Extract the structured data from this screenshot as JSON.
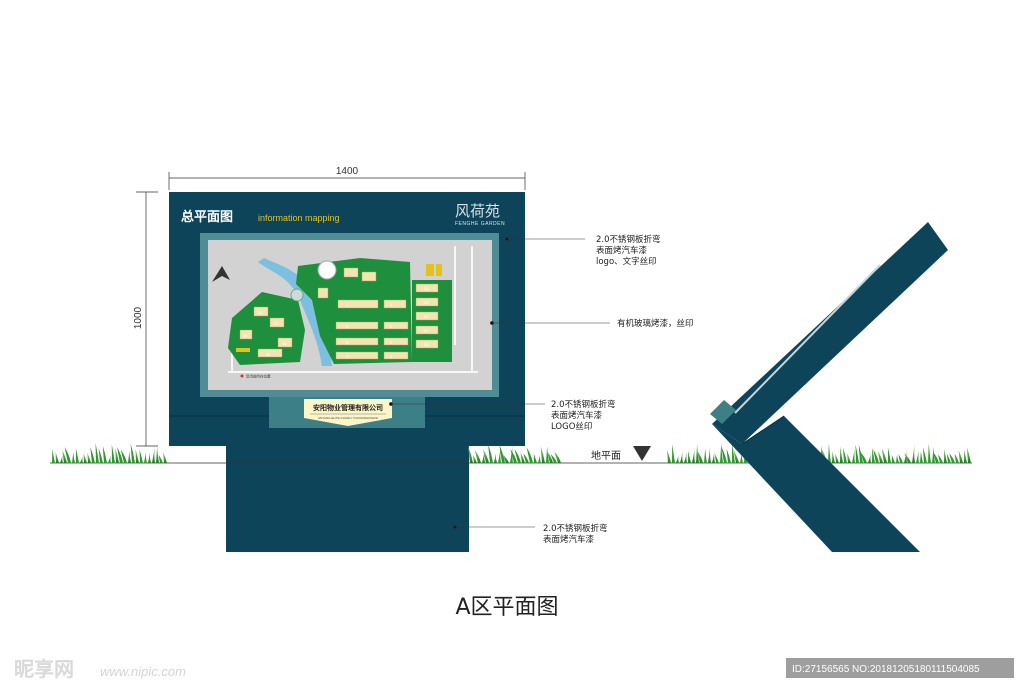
{
  "sign": {
    "title_cn": "总平面图",
    "title_en": "information mapping",
    "brand_cn": "风荷苑",
    "brand_en": "FENGHE GARDEN",
    "plate_cn": "安阳物业管理有限公司",
    "plate_en": "ANYANG ELITE GUANLI YOUXIANGONGSI",
    "map_legend": "您当前所在位置",
    "map_building_labels": [
      "21",
      "22",
      "23",
      "24",
      "25",
      "16",
      "17",
      "18",
      "19",
      "20",
      "1",
      "2",
      "3",
      "4",
      "5",
      "6",
      "7",
      "8"
    ]
  },
  "dimensions": {
    "width": "1400",
    "height": "1000"
  },
  "annotations": {
    "frame_note": [
      "2.0不锈钢板折弯",
      "表面烤汽车漆",
      "logo、文字丝印"
    ],
    "map_note": [
      "有机玻璃烤漆，丝印"
    ],
    "plate_note": [
      "2.0不锈钢板折弯",
      "表面烤汽车漆",
      "LOGO丝印"
    ],
    "base_note": [
      "2.0不锈钢板折弯",
      "表面烤汽车漆"
    ],
    "ground": "地平面"
  },
  "caption": "A区平面图",
  "watermark": {
    "left": "昵享网",
    "left_url": "www.nipic.com",
    "right": "ID:27156565 NO:20181205180111504085"
  },
  "colors": {
    "panel": "#0e4459",
    "map_border": "#4f8c95",
    "map_bg": "#d2d2d2",
    "green": "#1e8f3c",
    "building": "#f1e6b3",
    "water": "#7cbfe0",
    "plate": "#fbf5c8",
    "grass": "#2e9a2e",
    "accent_yellow": "#e3c21c"
  }
}
